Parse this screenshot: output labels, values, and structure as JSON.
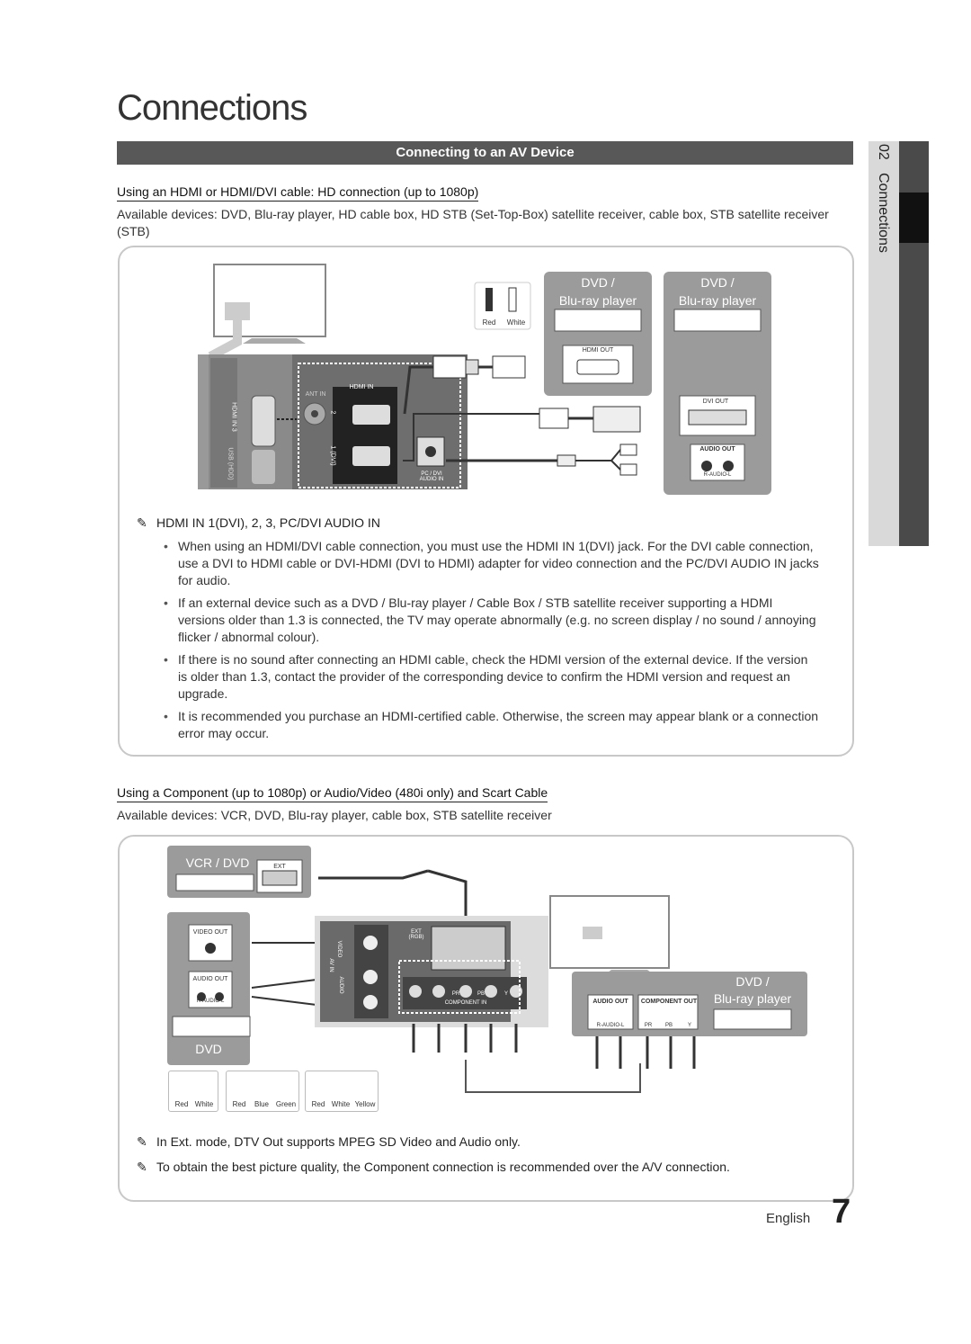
{
  "page": {
    "title": "Connections",
    "section_bar": "Connecting to an AV Device",
    "side_tab": {
      "number": "02",
      "label": "Connections"
    },
    "footer": {
      "language": "English",
      "page_number": "7"
    }
  },
  "hdmi_section": {
    "heading": "Using an HDMI or HDMI/DVI cable: HD connection (up to 1080p)",
    "available": "Available devices: DVD, Blu-ray player, HD cable box, HD STB (Set-Top-Box) satellite receiver, cable box, STB satellite receiver (STB)",
    "diagram": {
      "device1_title": "DVD /",
      "device1_sub": "Blu-ray player",
      "device2_title": "DVD /",
      "device2_sub": "Blu-ray player",
      "hdmi_out": "HDMI OUT",
      "dvi_out": "DVI OUT",
      "audio_out": "AUDIO OUT",
      "r_audio_l": "R-AUDIO-L",
      "cable_red": "Red",
      "cable_white": "White",
      "hdmi_in": "HDMI IN",
      "hdmi_in_3": "HDMI IN 3",
      "ant_in": "ANT IN",
      "pc_dvi_audio_in": "PC / DVI AUDIO IN",
      "port_2": "2",
      "port_1_dvi": "1 (DVI)",
      "usb_hdd": "USB (HDD)"
    },
    "note_title": "HDMI IN 1(DVI), 2, 3, PC/DVI AUDIO IN",
    "bullets": [
      "When using an HDMI/DVI cable connection, you must use the HDMI IN 1(DVI) jack. For the DVI cable connection, use a DVI to HDMI cable or DVI-HDMI (DVI to HDMI) adapter for video connection and the PC/DVI AUDIO IN jacks for audio.",
      "If an external device such as a DVD / Blu-ray player / Cable Box / STB satellite receiver supporting a HDMI versions older than 1.3 is connected, the TV may operate abnormally (e.g. no screen display / no sound / annoying flicker / abnormal colour).",
      "If there is no sound after connecting an HDMI cable, check the HDMI version of the external device. If the version is older than 1.3, contact the provider of the corresponding device to confirm the HDMI version and request an upgrade.",
      "It is recommended you purchase an HDMI-certified cable. Otherwise, the screen may appear blank or a connection error may occur."
    ]
  },
  "component_section": {
    "heading": "Using a Component (up to 1080p) or Audio/Video (480i only) and Scart Cable",
    "available": "Available devices: VCR, DVD, Blu-ray player, cable box, STB satellite receiver",
    "diagram": {
      "vcr_dvd": "VCR / DVD",
      "ext": "EXT",
      "video_out": "VIDEO OUT",
      "audio_out": "AUDIO OUT",
      "r_audio_l": "R-AUDIO-L",
      "dvd": "DVD",
      "dvd_bluray_title": "DVD /",
      "dvd_bluray_sub": "Blu-ray player",
      "component_out": "COMPONENT OUT",
      "component_in": "COMPONENT IN",
      "ext_rgb": "EXT (RGB)",
      "av_in": "AV IN",
      "video": "VIDEO",
      "audio": "AUDIO",
      "pr": "PR",
      "pb": "PB",
      "y": "Y",
      "legend1": [
        "Red",
        "White"
      ],
      "legend2": [
        "Red",
        "Blue",
        "Green"
      ],
      "legend3": [
        "Red",
        "White",
        "Yellow"
      ]
    },
    "notes": [
      "In Ext. mode, DTV Out supports MPEG SD Video and Audio only.",
      "To obtain the best picture quality, the Component connection is recommended over the A/V connection."
    ]
  },
  "colors": {
    "section_bar": "#585858",
    "device_box": "#9b9b9b",
    "panel_border": "#c8c8c8"
  }
}
